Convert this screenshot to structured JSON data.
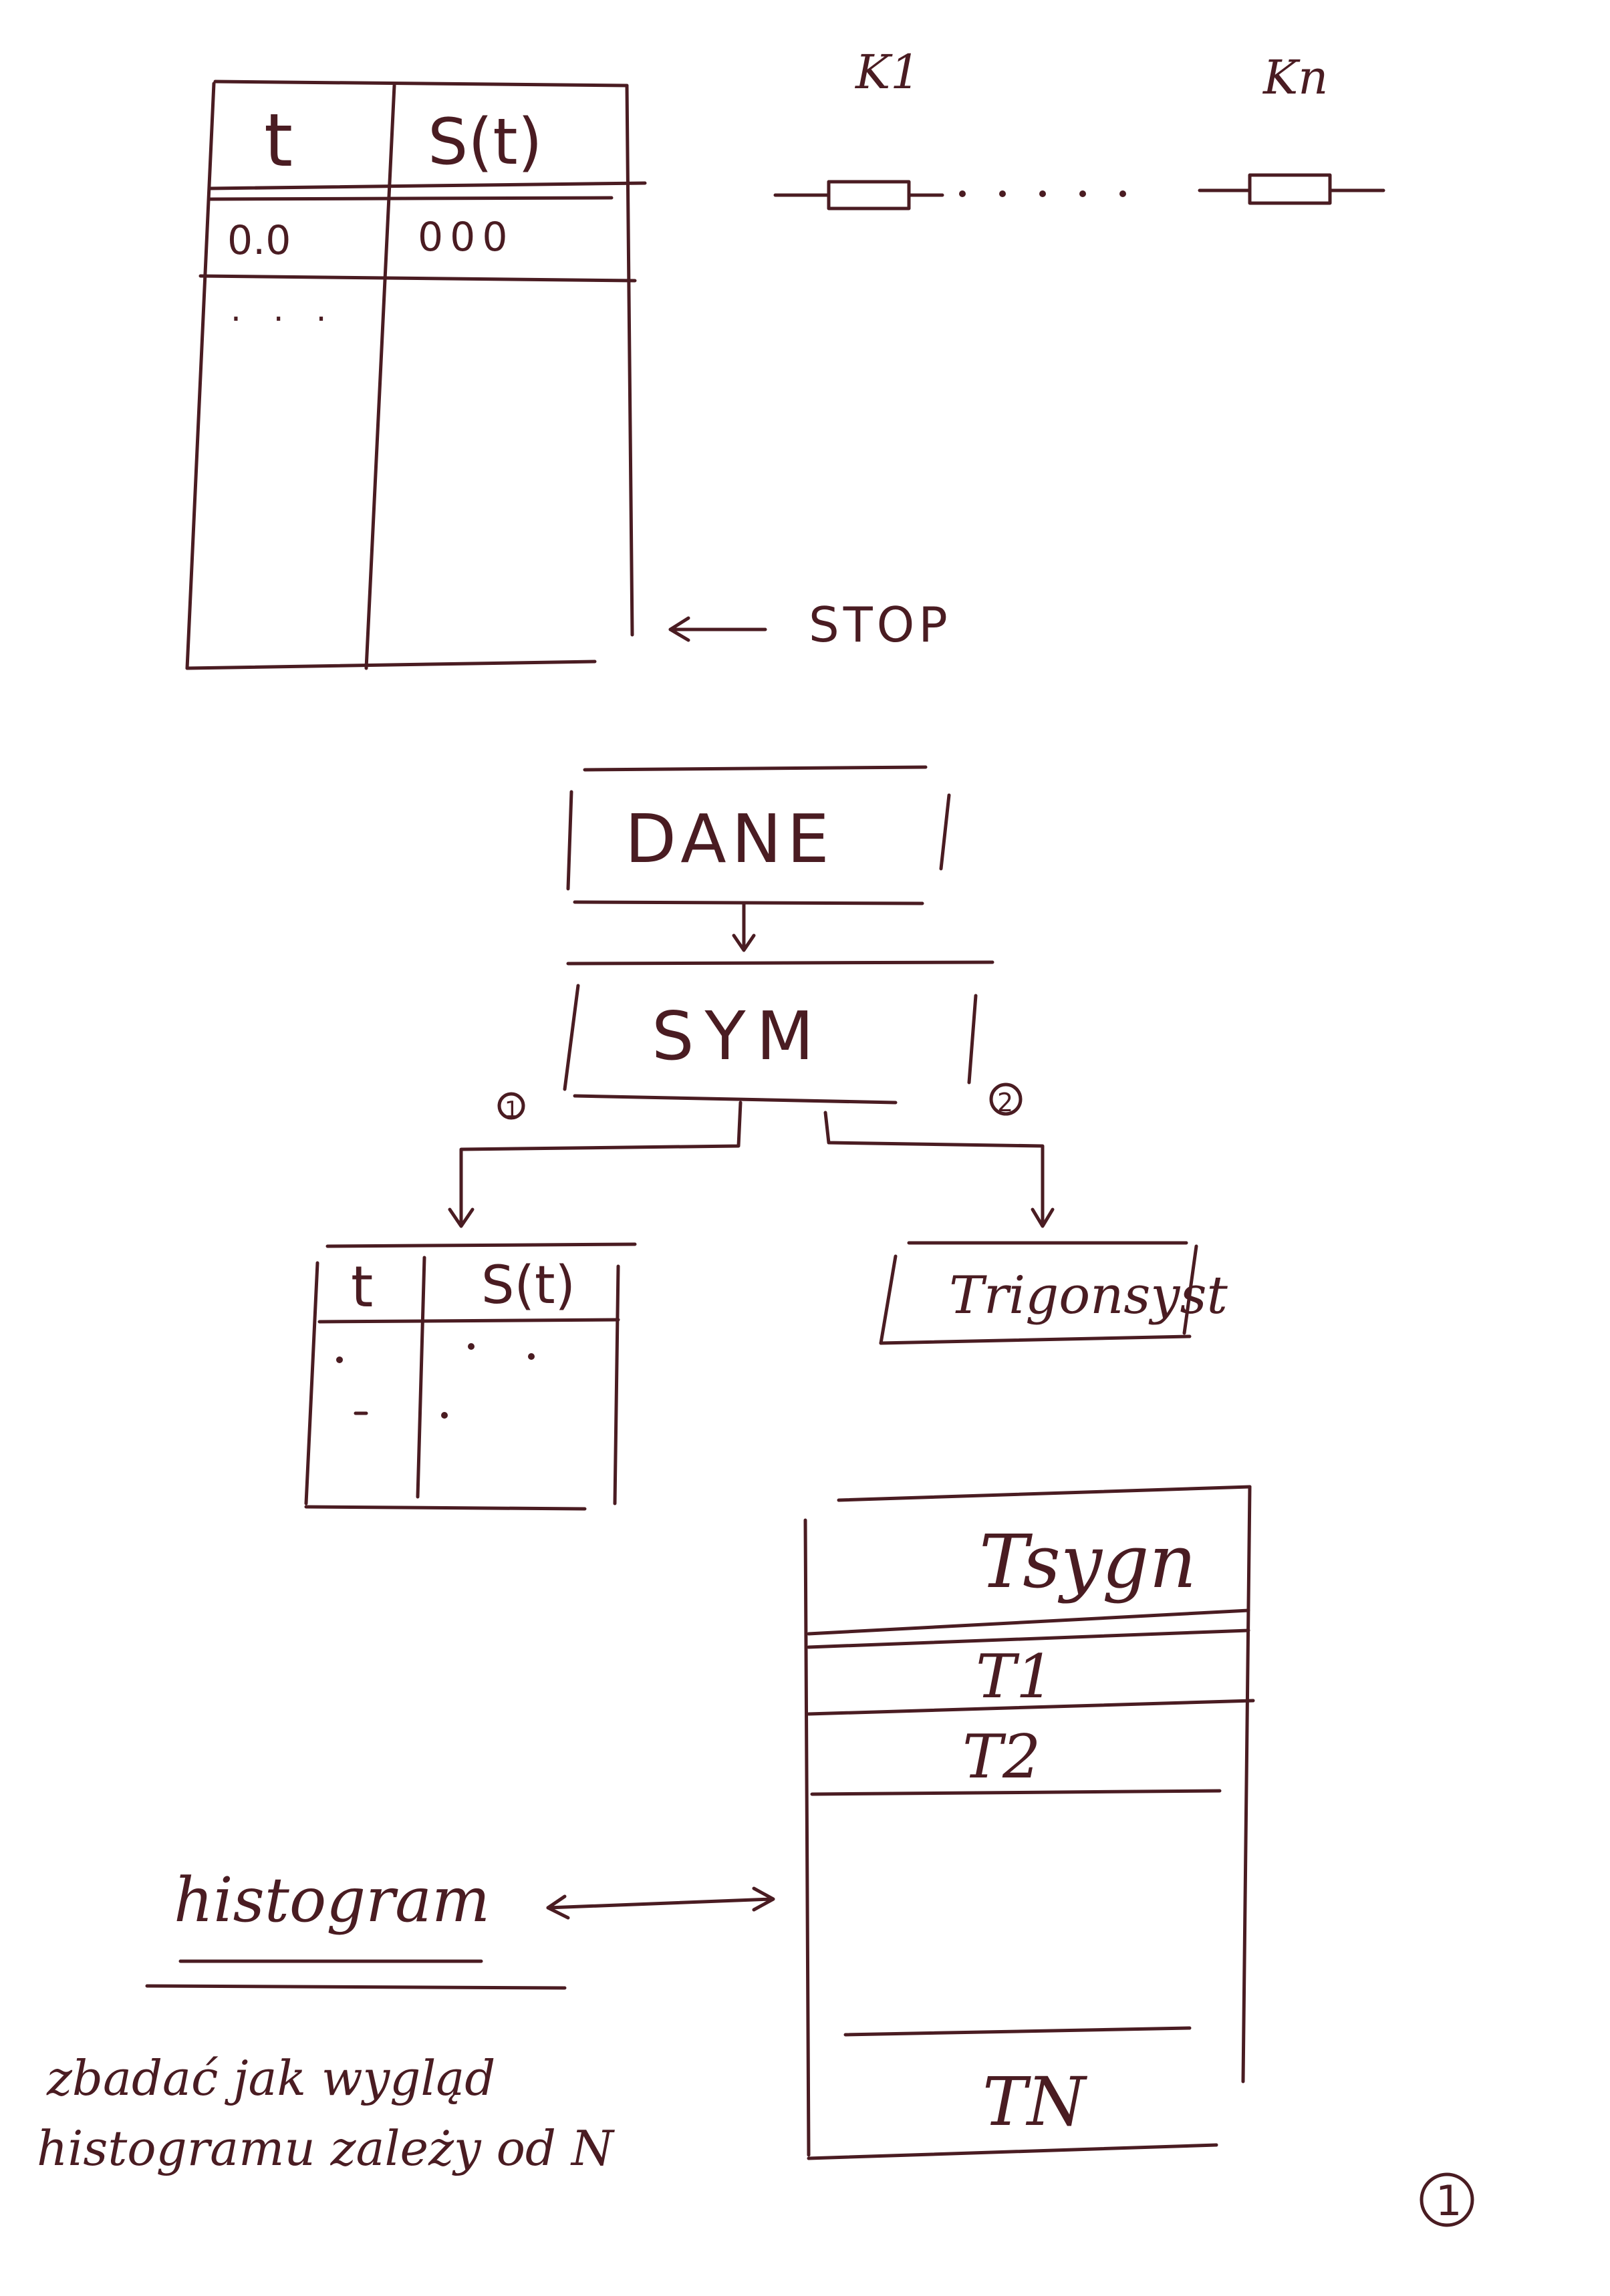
{
  "table_top": {
    "headers": [
      "t",
      "S(t)"
    ],
    "first_row": [
      "0.0",
      "000"
    ],
    "ellipsis": ". . ."
  },
  "stop_label": "STOP",
  "resistors": {
    "left_label": "K1",
    "right_label": "Kn"
  },
  "flow": {
    "dane": "DANE",
    "sym": "SYM",
    "branch_left": "1",
    "branch_right": "2",
    "trigger_box": "Trigonsyst",
    "small_table_headers": [
      "t",
      "S(t)"
    ]
  },
  "histogram_table": {
    "header": "Tsygn",
    "rows": [
      "T1",
      "T2",
      "TN"
    ]
  },
  "histogram_label": "histogram",
  "note_lines": [
    "zbadać jak wygląd",
    "histogramu zależy od N"
  ],
  "page_number": "1"
}
